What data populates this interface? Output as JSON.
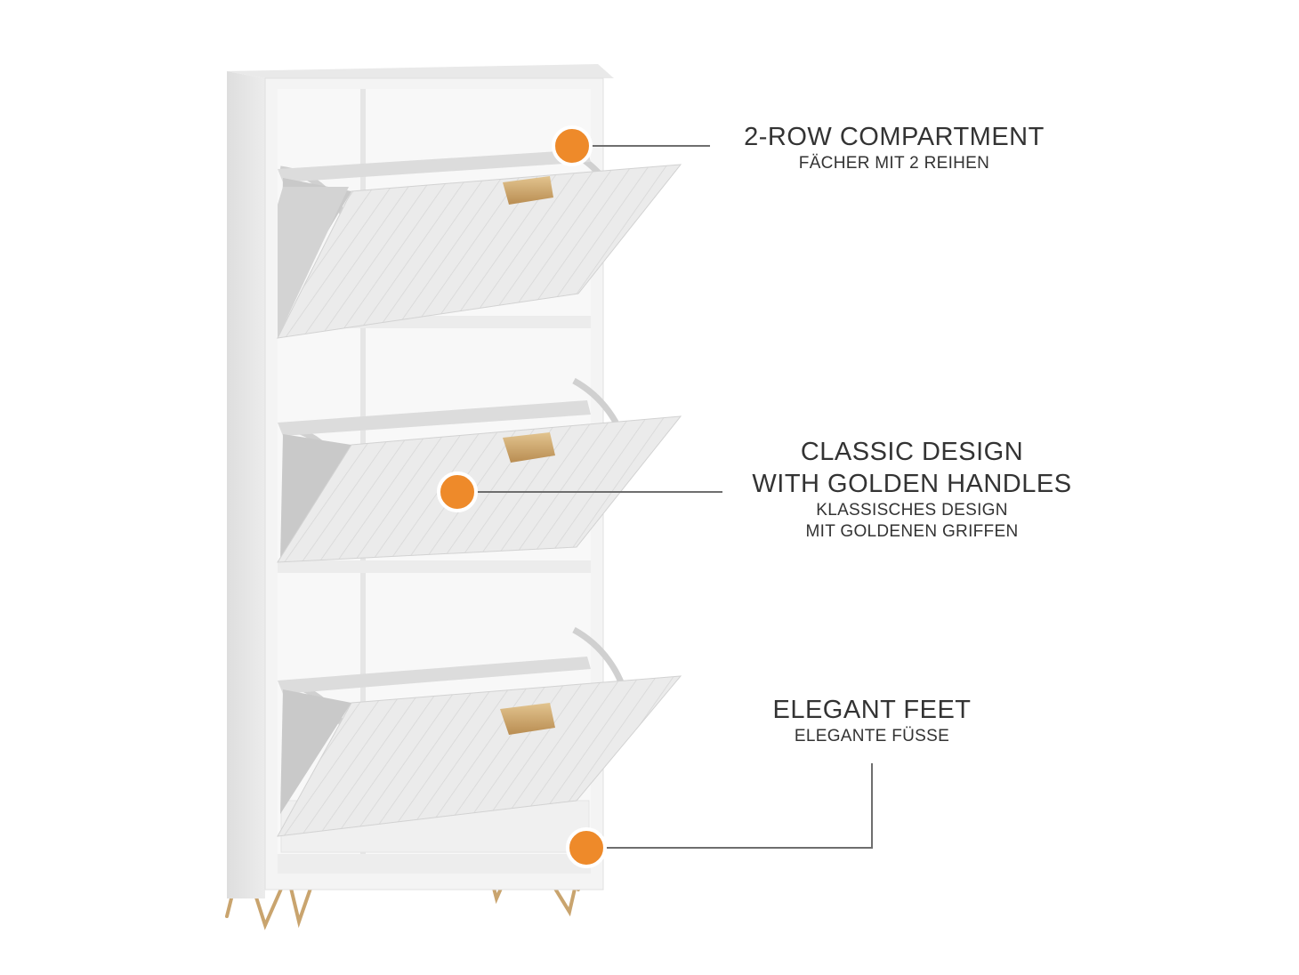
{
  "colors": {
    "marker": "#ee8a2a",
    "leader_line": "#6e6e6e",
    "text": "#333333",
    "cabinet": "#f1f1f1",
    "handle_gold": "#c9a46e"
  },
  "callouts": [
    {
      "title": "2-ROW COMPARTMENT",
      "subtitle_lines": [
        "FÄCHER MIT 2 REIHEN"
      ]
    },
    {
      "title_lines": [
        "CLASSIC DESIGN",
        "WITH GOLDEN HANDLES"
      ],
      "subtitle_lines": [
        "KLASSISCHES DESIGN",
        "MIT GOLDENEN GRIFFEN"
      ]
    },
    {
      "title": "ELEGANT FEET",
      "subtitle_lines": [
        "ELEGANTE FÜSSE"
      ]
    }
  ]
}
